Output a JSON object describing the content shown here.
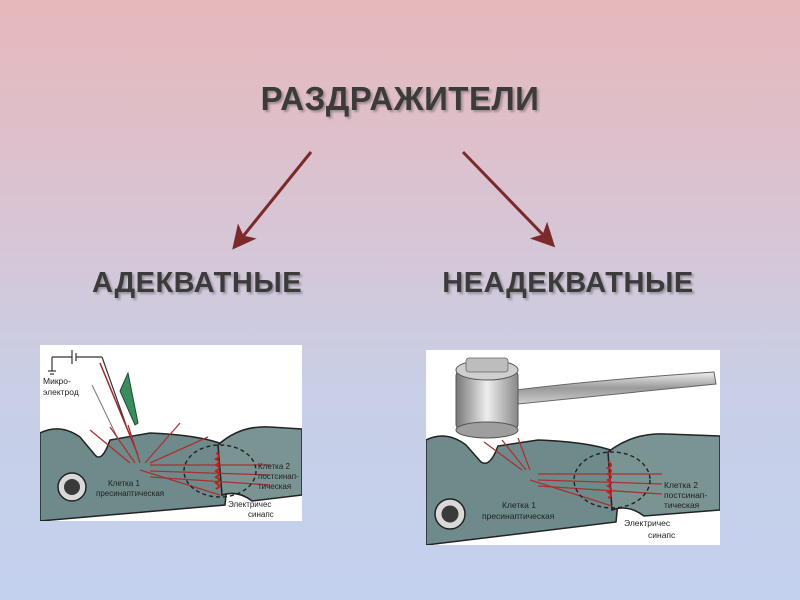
{
  "title": "РАЗДРАЖИТЕЛИ",
  "left_label": "АДЕКВАТНЫЕ",
  "right_label": "НЕАДЕКВАТНЫЕ",
  "colors": {
    "arrow": "#7a2a2a",
    "tissue": "#6f8a8a",
    "fiber": "#a83232"
  },
  "panels": {
    "left": {
      "electrode_label_line1": "Микро-",
      "electrode_label_line2": "электрод",
      "cell1_line1": "Клетка 1",
      "cell1_line2": "пресинаптическая",
      "cell2_line1": "Клетка 2",
      "cell2_line2": "постсинап-",
      "cell2_line3": "тическая",
      "synapse_line1": "Электричес",
      "synapse_line2": "синапс"
    },
    "right": {
      "cell1_line1": "Клетка 1",
      "cell1_line2": "пресинаптическая",
      "cell2_line1": "Клетка 2",
      "cell2_line2": "постсинап-",
      "cell2_line3": "тическая",
      "synapse_line1": "Электричес",
      "synapse_line2": "синапс"
    }
  }
}
